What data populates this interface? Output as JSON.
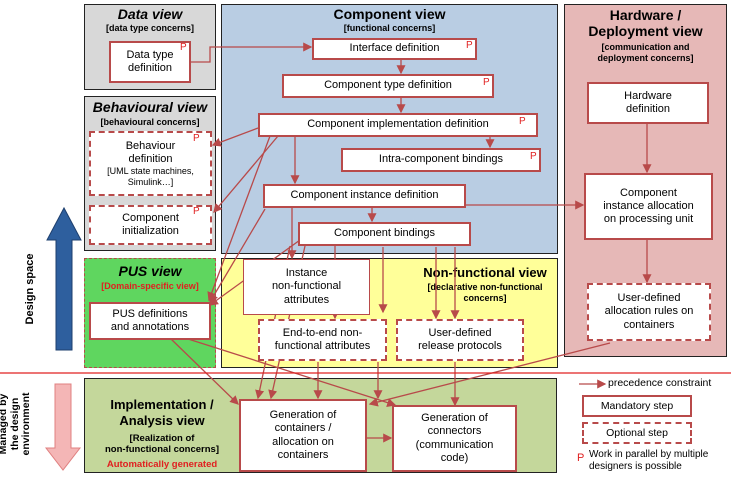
{
  "panels": {
    "data": {
      "title": "Data view",
      "sub": "[data type concerns]"
    },
    "component": {
      "title": "Component view",
      "sub": "[functional concerns]"
    },
    "hardware": {
      "title": "Hardware /\nDeployment view",
      "sub": "[communication and\ndeployment concerns]"
    },
    "behavioural": {
      "title": "Behavioural view",
      "sub": "[behavioural concerns]"
    },
    "pus": {
      "title": "PUS view",
      "sub": "[Domain-specific view]"
    },
    "nonfunctional": {
      "title": "Non-functional view",
      "sub": "[declarative non-functional\nconcerns]"
    },
    "implementation": {
      "title": "Implementation /\nAnalysis view",
      "sub": "[Realization of\nnon-functional concerns]",
      "auto": "Automatically generated"
    }
  },
  "boxes": {
    "data_type": "Data type\ndefinition",
    "interface": "Interface definition",
    "component_type": "Component type definition",
    "component_impl": "Component implementation definition",
    "intra_bindings": "Intra-component bindings",
    "component_instance": "Component instance definition",
    "component_bindings": "Component bindings",
    "behaviour": "Behaviour\ndefinition",
    "behaviour_note": "[UML state machines,\nSimulink…]",
    "component_init": "Component\ninitialization",
    "hardware_def": "Hardware\ndefinition",
    "instance_alloc": "Component\ninstance allocation\non processing unit",
    "user_alloc": "User-defined\nallocation rules on\ncontainers",
    "pus_defs": "PUS definitions\nand annotations",
    "instance_nf": "Instance\nnon-functional\nattributes",
    "e2e_nf": "End-to-end non-\nfunctional attributes",
    "user_release": "User-defined\nrelease protocols",
    "gen_containers": "Generation of\ncontainers /\nallocation on\ncontainers",
    "gen_connectors": "Generation of\nconnectors\n(communication\ncode)"
  },
  "parallel_marker": "P",
  "axis": {
    "design_space": "Design space",
    "managed": "Managed by\nthe design\nenvironment"
  },
  "legend": {
    "precedence": "precedence constraint",
    "mandatory": "Mandatory step",
    "optional": "Optional step",
    "parallel": "Work in parallel by multiple\ndesigners is possible"
  },
  "colors": {
    "box_border": "#b84a4a",
    "arrow": "#b84a4a",
    "data_panel": "#d8d8d8",
    "component_panel": "#b9cde3",
    "hardware_panel": "#e6b8b7",
    "behavioural_panel": "#d8d8d8",
    "pus_panel": "#5fd65f",
    "nonfunctional_panel": "#ffff99",
    "implementation_panel": "#c4d79b",
    "design_arrow": "#2e5f9e",
    "managed_arrow": "#f4b6b6"
  }
}
